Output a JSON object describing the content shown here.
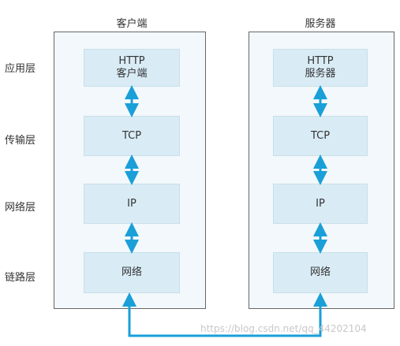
{
  "columns": {
    "client": {
      "title": "客户端"
    },
    "server": {
      "title": "服务器"
    }
  },
  "layers": [
    {
      "label": "应用层"
    },
    {
      "label": "传输层"
    },
    {
      "label": "网络层"
    },
    {
      "label": "链路层"
    }
  ],
  "client_stack": [
    {
      "line1": "HTTP",
      "line2": "客户端"
    },
    {
      "line1": "TCP"
    },
    {
      "line1": "IP"
    },
    {
      "line1": "网络"
    }
  ],
  "server_stack": [
    {
      "line1": "HTTP",
      "line2": "服务器"
    },
    {
      "line1": "TCP"
    },
    {
      "line1": "IP"
    },
    {
      "line1": "网络"
    }
  ],
  "watermark": "https://blog.csdn.net/qq_44202104",
  "colors": {
    "arrow": "#1a9fd8",
    "frame_border": "#666666",
    "frame_fill": "#f2f8fb",
    "box_fill": "#d9ecf6"
  }
}
